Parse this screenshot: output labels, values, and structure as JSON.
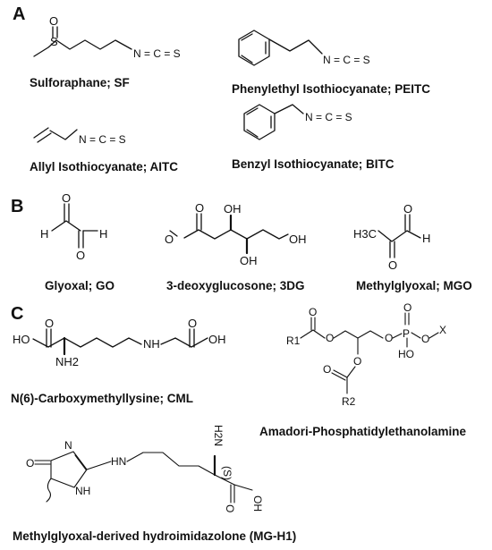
{
  "sections": {
    "a": "A",
    "b": "B",
    "c": "C"
  },
  "captions": {
    "sf": "Sulforaphane; SF",
    "peitc": "Phenylethyl Isothiocyanate; PEITC",
    "aitc": "Allyl Isothiocyanate; AITC",
    "bitc": "Benzyl Isothiocyanate; BITC",
    "go": "Glyoxal; GO",
    "dg": "3-deoxyglucosone; 3DG",
    "mgo": "Methylglyoxal; MGO",
    "cml": "N(6)-Carboxymethyllysine; CML",
    "ape": "Amadori-Phosphatidylethanolamine",
    "mgh1": "Methylglyoxal-derived hydroimidazolone (MG-H1)"
  },
  "atoms": {
    "O": "O",
    "S": "S",
    "N": "N",
    "H": "H",
    "C": "C",
    "X": "X",
    "P": "P",
    "NCS": "N = C = S",
    "OH": "OH",
    "HO": "HO",
    "H3C": "H3C",
    "NH2": "NH2",
    "R1": "R1",
    "R2": "R2",
    "NH": "NH",
    "HN": "HN",
    "H2N": "H2N",
    "stereo": "(S)"
  }
}
